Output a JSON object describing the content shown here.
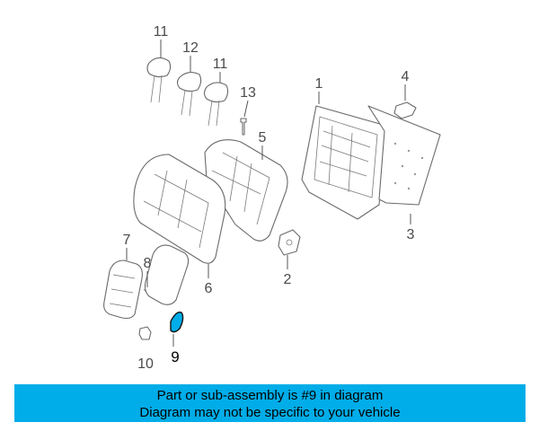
{
  "diagram": {
    "callouts": [
      {
        "id": "11a",
        "label": "11"
      },
      {
        "id": "12",
        "label": "12"
      },
      {
        "id": "11b",
        "label": "11"
      },
      {
        "id": "13",
        "label": "13"
      },
      {
        "id": "1",
        "label": "1"
      },
      {
        "id": "4",
        "label": "4"
      },
      {
        "id": "5",
        "label": "5"
      },
      {
        "id": "3",
        "label": "3"
      },
      {
        "id": "7",
        "label": "7"
      },
      {
        "id": "8",
        "label": "8"
      },
      {
        "id": "6",
        "label": "6"
      },
      {
        "id": "2",
        "label": "2"
      },
      {
        "id": "9",
        "label": "9"
      },
      {
        "id": "10",
        "label": "10"
      }
    ],
    "highlighted_part": "9",
    "highlight_color": "#00ade8"
  },
  "banner": {
    "line1": "Part or sub-assembly is #9 in diagram",
    "line2": "Diagram may not be specific to your vehicle",
    "background": "#00ade8"
  }
}
